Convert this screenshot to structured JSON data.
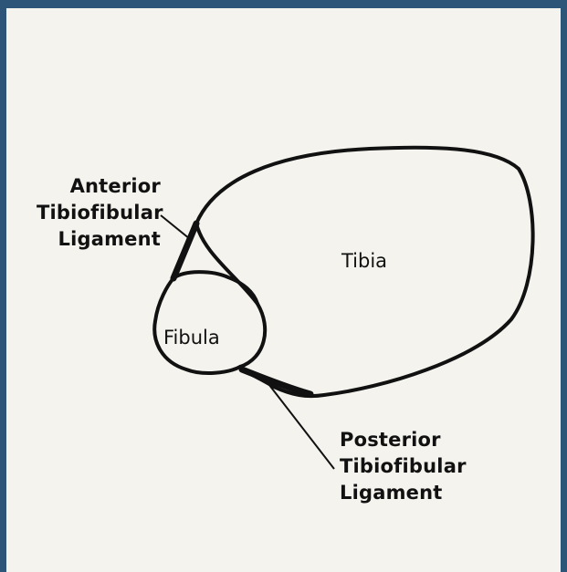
{
  "colors": {
    "border": "#2c5577",
    "paper": "#f4f3ee",
    "ink": "#111111"
  },
  "labels": {
    "anterior": [
      "Anterior",
      "Tibiofibular",
      "Ligament"
    ],
    "posterior": [
      "Posterior",
      "Tibiofibular",
      "Ligament"
    ],
    "tibia": "Tibia",
    "fibula": "Fibula"
  }
}
